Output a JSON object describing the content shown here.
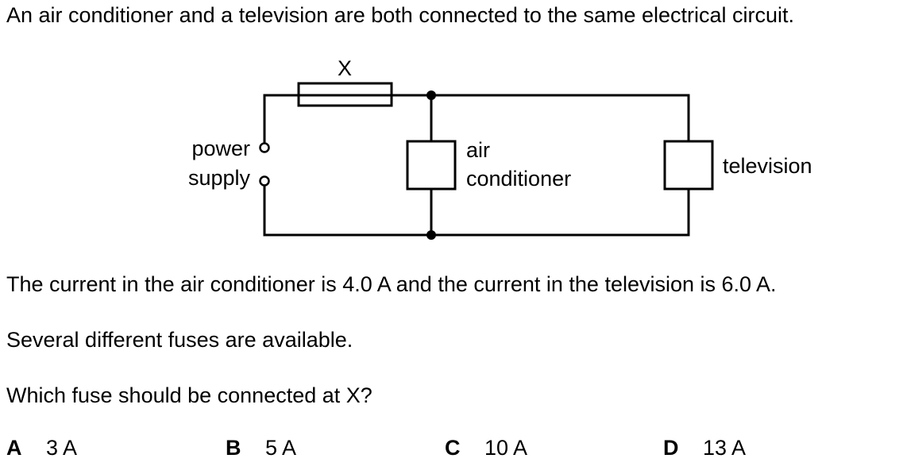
{
  "question": {
    "intro": "An air conditioner and a television are both connected to the same electrical circuit.",
    "current_info": "The current in the air conditioner is 4.0 A and the current in the television is 6.0 A.",
    "fuses_info": "Several different fuses are available.",
    "prompt": "Which fuse should be connected at X?"
  },
  "diagram": {
    "fuse_label": "X",
    "supply_label_line1": "power",
    "supply_label_line2": "supply",
    "air_conditioner_label_line1": "air",
    "air_conditioner_label_line2": "conditioner",
    "television_label": "television"
  },
  "options": [
    {
      "letter": "A",
      "value": "3 A"
    },
    {
      "letter": "B",
      "value": "5 A"
    },
    {
      "letter": "C",
      "value": "10 A"
    },
    {
      "letter": "D",
      "value": "13 A"
    }
  ]
}
